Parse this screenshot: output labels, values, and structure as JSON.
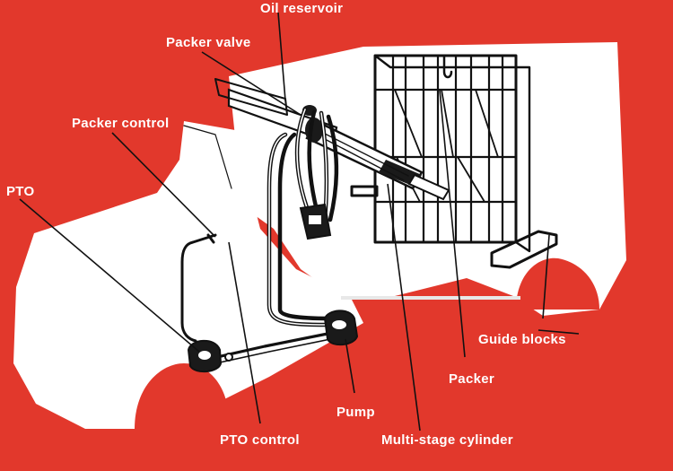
{
  "labels": {
    "oil_reservoir": "Oil reservoir",
    "packer_valve": "Packer valve",
    "packer_control": "Packer control",
    "pto": "PTO",
    "guide_blocks": "Guide blocks",
    "packer": "Packer",
    "pump": "Pump",
    "pto_control": "PTO control",
    "multi_stage_cylinder": "Multi-stage cylinder"
  },
  "colors": {
    "background": "#e2382c",
    "truck_body": "#ffffff",
    "linework": "#111111",
    "label_text": "#ffffff"
  }
}
